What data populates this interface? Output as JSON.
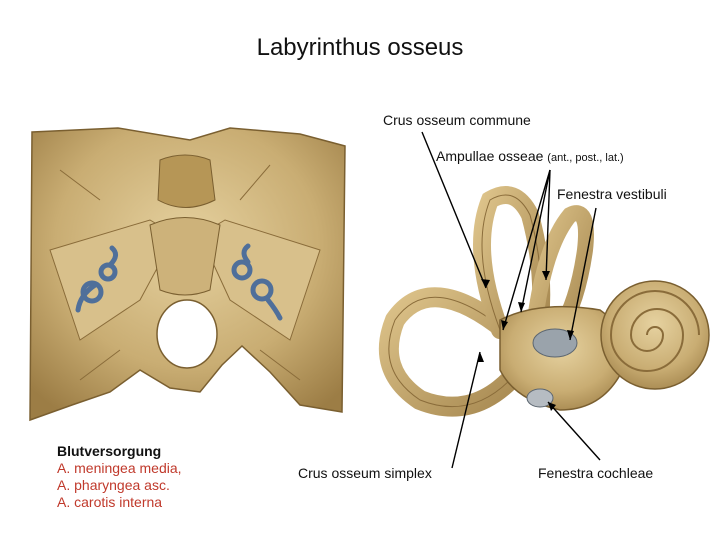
{
  "title": "Labyrinthus osseus",
  "labels": {
    "crus_commune": "Crus osseum commune",
    "ampullae": "Ampullae osseae",
    "ampullae_note": "(ant., post., lat.)",
    "fenestra_vestibuli": "Fenestra vestibuli",
    "crus_simplex": "Crus osseum simplex",
    "fenestra_cochleae": "Fenestra cochleae"
  },
  "blood_supply": {
    "heading": "Blutversorgung",
    "items": [
      "A. meningea media,",
      "A. pharyngea asc.",
      "A. carotis interna"
    ]
  },
  "colors": {
    "bone": "#c9ad73",
    "bone_dark": "#a8874c",
    "bone_light": "#e2cc98",
    "labyrinth_blue": "#4f6f9a",
    "artery_red": "#c0392b"
  }
}
